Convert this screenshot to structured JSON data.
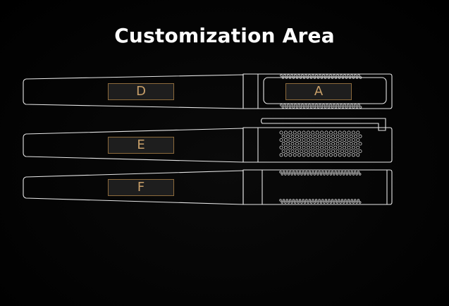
{
  "title": "Customization Area",
  "zones": {
    "d": "D",
    "a": "A",
    "e": "E",
    "f": "F"
  },
  "colors": {
    "background": "#000000",
    "outline": "#e6e6e6",
    "label_border": "#8c6a3c",
    "label_text": "#c9a06a",
    "label_fill": "#1e1e1e"
  }
}
